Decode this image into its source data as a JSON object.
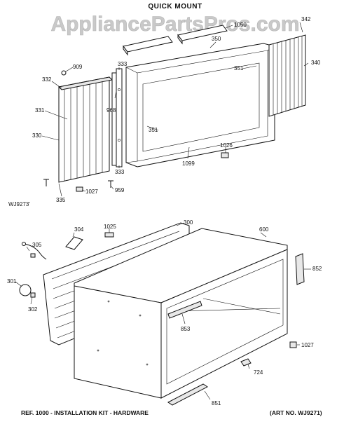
{
  "watermark": "AppliancePartsPros.com",
  "title": "QUICK MOUNT",
  "code_top": "WJ9273’",
  "footer_left": "REF. 1000 - INSTALLATION KIT - HARDWARE",
  "footer_right": "(ART NO. WJ9271)",
  "part_labels": {
    "p909": "909",
    "p332": "332",
    "p331": "331",
    "p330": "330",
    "p335": "335",
    "p1027a": "1027",
    "p959": "959",
    "p333a": "333",
    "p333b": "333",
    "p968": "968",
    "p350": "350",
    "p1050": "1050",
    "p342": "342",
    "p340": "340",
    "p351a": "351",
    "p351b": "351",
    "p1099": "1099",
    "p1026": "1026",
    "p304": "304",
    "p1025": "1025",
    "p300": "300",
    "p600": "600",
    "p305": "305",
    "p301": "301",
    "p302": "302",
    "p853": "853",
    "p852": "852",
    "p1027b": "1027",
    "p724": "724",
    "p851": "851"
  }
}
